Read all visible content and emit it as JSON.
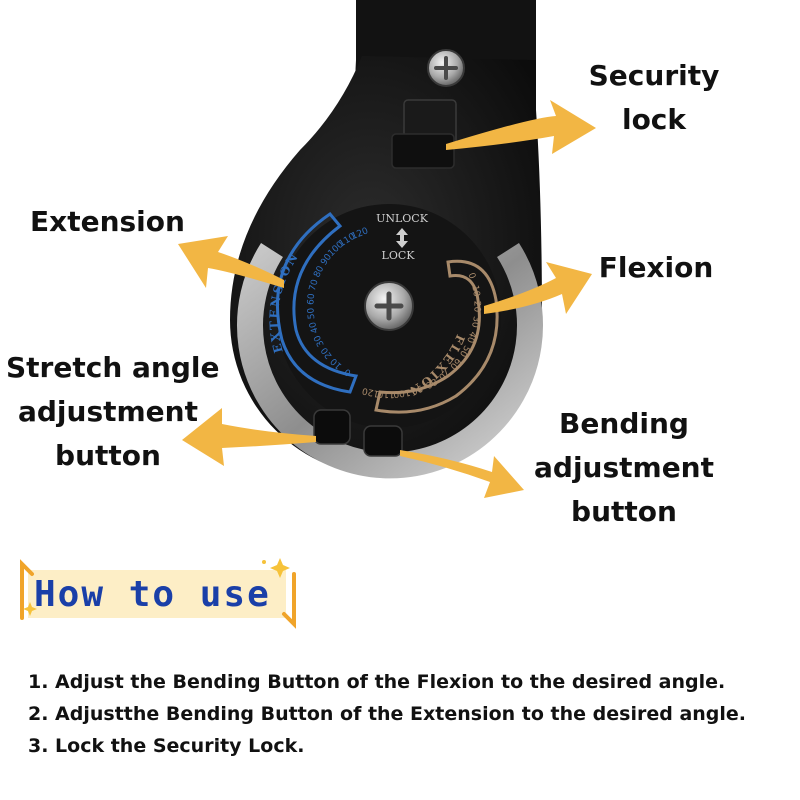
{
  "callouts": {
    "security_lock": [
      "Security",
      "lock"
    ],
    "extension": [
      "Extension"
    ],
    "flexion": [
      "Flexion"
    ],
    "stretch_button": [
      "Stretch angle",
      "adjustment",
      "button"
    ],
    "bending_button": [
      "Bending",
      "adjustment",
      "button"
    ]
  },
  "hinge": {
    "lock_top": "UNLOCK",
    "lock_bottom": "LOCK",
    "extension_word": "EXTENSION",
    "flexion_word": "FLEXION",
    "extension_ticks": [
      "120",
      "110",
      "100",
      "90",
      "80",
      "70",
      "60",
      "50",
      "40",
      "30",
      "20",
      "10",
      "0"
    ],
    "flexion_ticks": [
      "0",
      "10",
      "20",
      "30",
      "40",
      "50",
      "60",
      "70",
      "80",
      "90",
      "100",
      "110",
      "120"
    ]
  },
  "how_to_use": {
    "title": "How to use",
    "steps": [
      "1. Adjust the Bending Button of the Flexion to the desired angle.",
      "2. Adjustthe Bending Button of the Extension to the desired angle.",
      "3. Lock the Security Lock."
    ]
  },
  "colors": {
    "arrow": "#f2b644",
    "extension_scale": "#2f6fc0",
    "flexion_scale": "#a88a6a",
    "title_text": "#1a3fa8",
    "title_bg": "#fdeec6",
    "title_bracket": "#f0a42a"
  }
}
